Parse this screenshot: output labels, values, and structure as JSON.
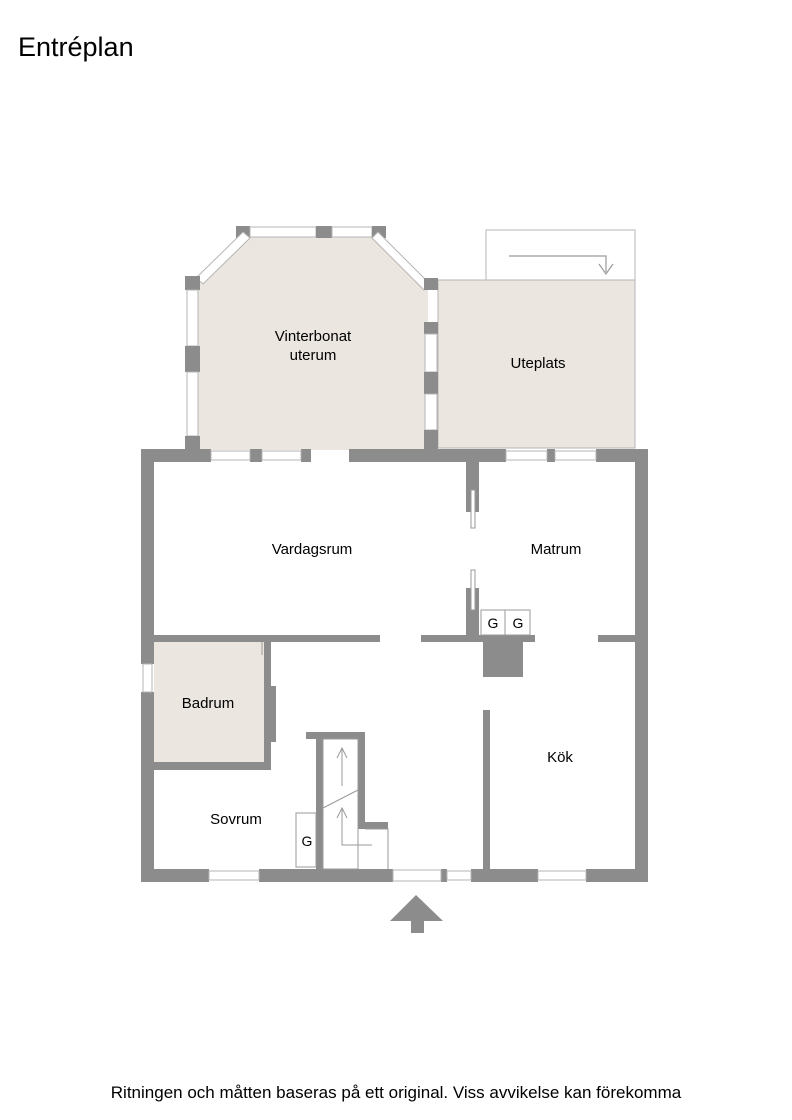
{
  "title": "Entréplan",
  "disclaimer": "Ritningen och måtten baseras på ett original. Viss avvikelse kan förekomma",
  "rooms": {
    "vinterbonat_line1": "Vinterbonat",
    "vinterbonat_line2": "uterum",
    "uteplats": "Uteplats",
    "vardagsrum": "Vardagsrum",
    "matrum": "Matrum",
    "badrum": "Badrum",
    "kok": "Kök",
    "sovrum": "Sovrum"
  },
  "fixtures": {
    "g1": "G",
    "g2": "G",
    "g3": "G"
  },
  "colors": {
    "wall": "#8c8c8c",
    "floor_tinted": "#ebe6e0",
    "window_frame": "#b5b5b5",
    "thin_line": "#9a9a9a",
    "chimney": "#8c8c8c"
  },
  "icons": {
    "entrance": "entrance-arrow-icon",
    "stair_arrows": "up-arrow-icon",
    "terrace_arrow": "turn-arrow-icon"
  }
}
